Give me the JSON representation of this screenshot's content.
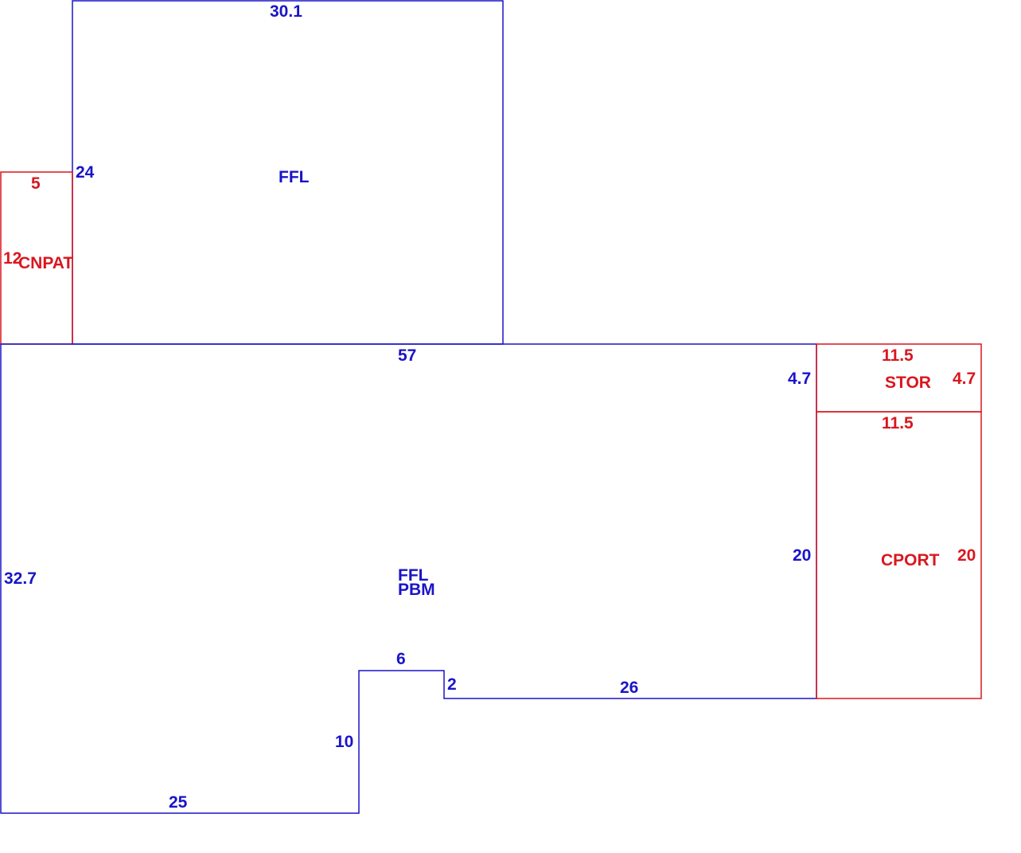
{
  "colors": {
    "main": "#1a14c8",
    "attached": "#d9171f",
    "background": "#ffffff"
  },
  "areas": {
    "upper_ffl": {
      "name": "FFL",
      "dims": {
        "top": "30.1",
        "left": "24"
      }
    },
    "cnpat": {
      "name": "CNPAT",
      "dims": {
        "top": "5",
        "left": "12"
      }
    },
    "main_floor": {
      "name": "FFL",
      "name2": "PBM",
      "dims": {
        "top": "57",
        "left": "32.7",
        "bottom": "25",
        "notch_side": "10",
        "notch_top": "6",
        "notch_step": "2",
        "bottom_right": "26",
        "right_upper": "4.7",
        "right_lower": "20"
      }
    },
    "stor": {
      "name": "STOR",
      "dims": {
        "top": "11.5",
        "right": "4.7"
      }
    },
    "cport": {
      "name": "CPORT",
      "dims": {
        "top": "11.5",
        "right": "20"
      }
    }
  }
}
